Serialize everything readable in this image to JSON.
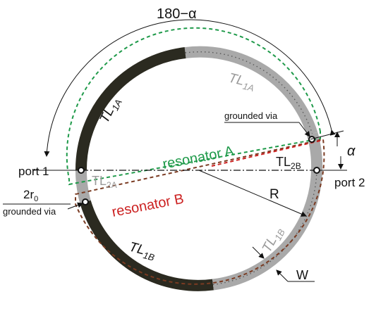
{
  "diagram": {
    "angle_label": "180−α",
    "alpha_label": "α",
    "tl1a_top": "TL",
    "tl1a_top_sub": "1A",
    "tl1a_left": "TL",
    "tl1a_left_sub": "1A",
    "tl2a": "TL",
    "tl2a_sub": "2A",
    "tl2b": "TL",
    "tl2b_sub": "2B",
    "tl1b_left": "TL",
    "tl1b_left_sub": "1B",
    "tl1b_right": "TL",
    "tl1b_right_sub": "1B",
    "port1": "port 1",
    "port2": "port 2",
    "r0": "2r",
    "r0_sub": "0",
    "grounded_via_top": "grounded via",
    "grounded_via_bottom": "grounded via",
    "resonator_a": "resonator A",
    "resonator_b": "resonator B",
    "radius": "R",
    "width": "W",
    "colors": {
      "ring_dark": "#2b2a20",
      "ring_gray": "#a9a9a9",
      "resonator_a": "#1f9a4a",
      "resonator_b": "#7a3b22",
      "via_red": "#d62020",
      "label_gray": "#9a9a9a"
    }
  }
}
